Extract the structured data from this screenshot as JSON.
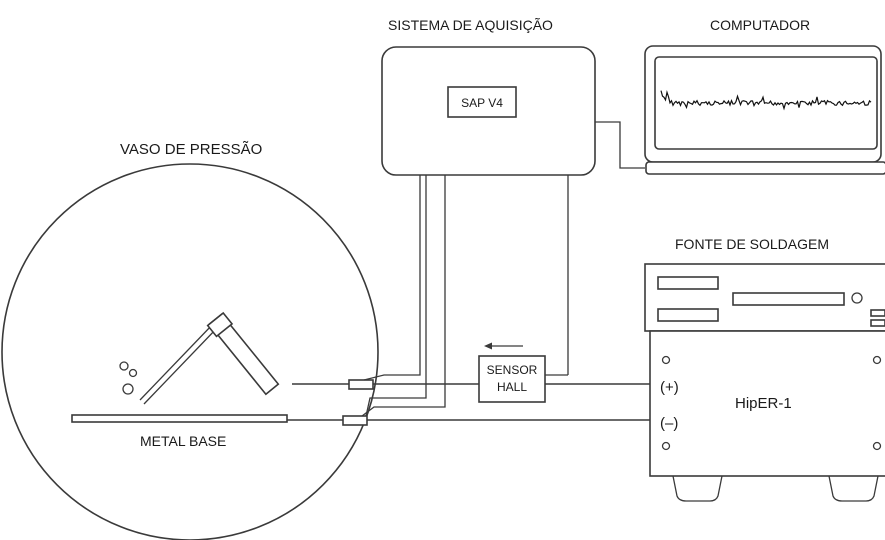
{
  "labels": {
    "acquisition_system": "SISTEMA DE AQUISIÇÃO",
    "acquisition_unit": "SAP V4",
    "computer": "COMPUTADOR",
    "pressure_vessel": "VASO DE PRESSÃO",
    "welding_source": "FONTE DE SOLDAGEM",
    "power_source_model": "HipER-1",
    "sensor_line1": "SENSOR",
    "sensor_line2": "HALL",
    "positive_terminal": "(+)",
    "negative_terminal": "(–)",
    "metal_base": "METAL BASE"
  }
}
